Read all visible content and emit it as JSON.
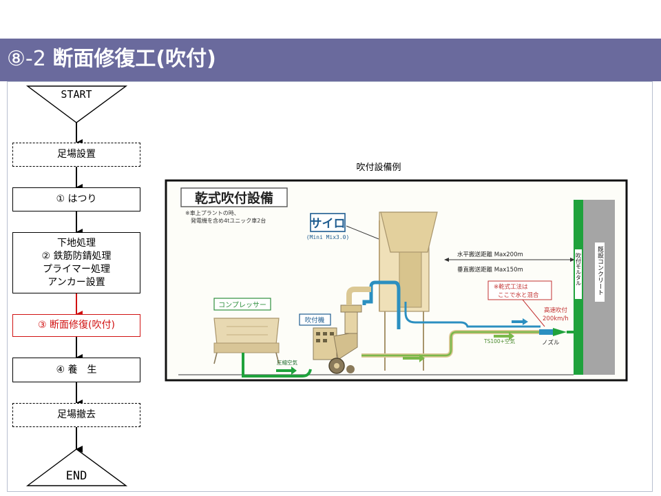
{
  "header": {
    "number": "⑧-2",
    "title": "断面修復工(吹付)"
  },
  "flow": {
    "start": "START",
    "end": "END",
    "steps": [
      {
        "lines": [
          "足場設置"
        ]
      },
      {
        "lines": [
          "① はつり"
        ]
      },
      {
        "lines": [
          "下地処理",
          "② 鉄筋防錆処理",
          "プライマー処理",
          "アンカー設置"
        ]
      },
      {
        "lines": [
          "③ 断面修復(吹付)"
        ]
      },
      {
        "lines": [
          "④ 養　生"
        ]
      },
      {
        "lines": [
          "足場撤去"
        ]
      }
    ]
  },
  "figure": {
    "caption": "吹付設備例",
    "heading": "乾式吹付設備",
    "note_line1": "※車上プラントの時、",
    "note_line2": "発電機を含め4tユニック車2台",
    "silo_label": "サイロ",
    "silo_sub": "(Mini Mix3.0)",
    "compressor_label": "コンプレッサー",
    "sprayer_label": "吹付機",
    "horizontal_distance": "水平搬送距離 Max200m",
    "vertical_distance": "垂直搬送距離 Max150m",
    "dry_note_line1": "※乾式工法は",
    "dry_note_line2": "ここで水と混合",
    "high_speed_line1": "高速吹付",
    "high_speed_line2": "200km/h",
    "ts_label": "TS100+空気",
    "nozzle_label": "ノズル",
    "compressed_air_label": "圧縮空気",
    "mortar_label": "吹付モルタル",
    "concrete_label": "既設コンクリート",
    "colors": {
      "header": "#6a6a9d",
      "accent_red": "#d01010",
      "mortar_green": "#1fa23c",
      "pipe_blue": "#2b8fc0"
    }
  }
}
